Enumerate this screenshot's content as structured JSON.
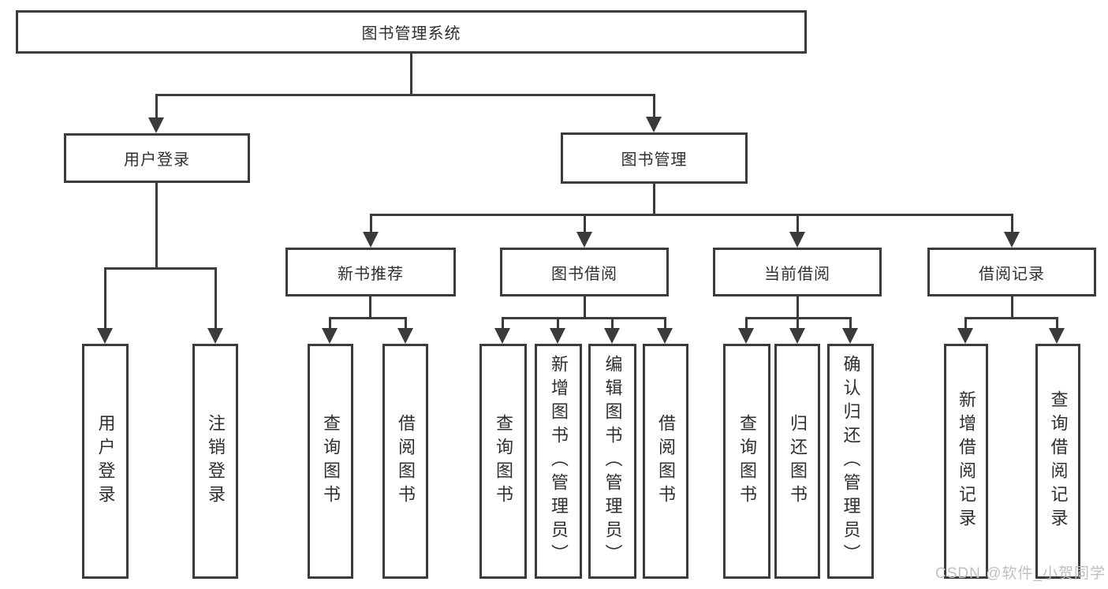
{
  "diagram_title": "图书管理系统",
  "nodes": {
    "root": "图书管理系统",
    "user_login": "用户登录",
    "book_mgmt": "图书管理",
    "new_book_rec": "新书推荐",
    "book_borrow": "图书借阅",
    "current_borrow": "当前借阅",
    "borrow_record": "借阅记录",
    "leaf_user_login": "用户登录",
    "leaf_logout": "注销登录",
    "leaf_query_book_1": "查询图书",
    "leaf_borrow_book_1": "借阅图书",
    "leaf_query_book_2": "查询图书",
    "leaf_add_book": "新增图书（管理员）",
    "leaf_edit_book": "编辑图书（管理员）",
    "leaf_borrow_book_2": "借阅图书",
    "leaf_query_book_3": "查询图书",
    "leaf_return_book": "归还图书",
    "leaf_confirm_return": "确认归还（管理员）",
    "leaf_add_record": "新增借阅记录",
    "leaf_query_record": "查询借阅记录"
  },
  "edges": [
    [
      "root",
      "user_login"
    ],
    [
      "root",
      "book_mgmt"
    ],
    [
      "user_login",
      "leaf_user_login"
    ],
    [
      "user_login",
      "leaf_logout"
    ],
    [
      "book_mgmt",
      "new_book_rec"
    ],
    [
      "book_mgmt",
      "book_borrow"
    ],
    [
      "book_mgmt",
      "current_borrow"
    ],
    [
      "book_mgmt",
      "borrow_record"
    ],
    [
      "new_book_rec",
      "leaf_query_book_1"
    ],
    [
      "new_book_rec",
      "leaf_borrow_book_1"
    ],
    [
      "book_borrow",
      "leaf_query_book_2"
    ],
    [
      "book_borrow",
      "leaf_add_book"
    ],
    [
      "book_borrow",
      "leaf_edit_book"
    ],
    [
      "book_borrow",
      "leaf_borrow_book_2"
    ],
    [
      "current_borrow",
      "leaf_query_book_3"
    ],
    [
      "current_borrow",
      "leaf_return_book"
    ],
    [
      "current_borrow",
      "leaf_confirm_return"
    ],
    [
      "borrow_record",
      "leaf_add_record"
    ],
    [
      "borrow_record",
      "leaf_query_record"
    ]
  ],
  "watermark": "CSDN @软件_小贺同学",
  "colors": {
    "line": "#3b3b3b",
    "text": "#2f2f2f",
    "box_background": "#ffffff",
    "page_background": "#ffffff",
    "watermark": "#bfbfbf"
  }
}
